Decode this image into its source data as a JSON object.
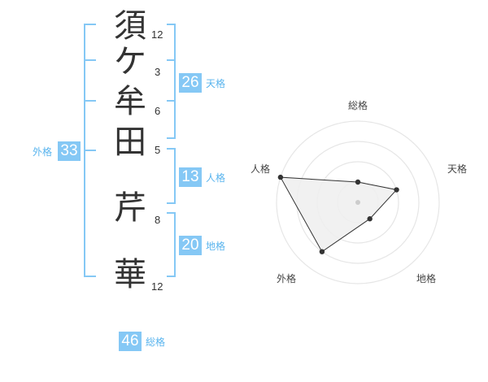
{
  "name": {
    "chars": [
      {
        "char": "須",
        "strokes": "12"
      },
      {
        "char": "ケ",
        "strokes": "3"
      },
      {
        "char": "牟",
        "strokes": "6"
      },
      {
        "char": "田",
        "strokes": "5"
      },
      {
        "char": "芹",
        "strokes": "8"
      },
      {
        "char": "華",
        "strokes": "12"
      }
    ]
  },
  "kakusu": {
    "tenkaku": {
      "value": "26",
      "label": "天格"
    },
    "jinkaku": {
      "value": "13",
      "label": "人格"
    },
    "chikaku": {
      "value": "20",
      "label": "地格"
    },
    "gaikaku": {
      "value": "33",
      "label": "外格"
    },
    "soukaku": {
      "value": "46",
      "label": "総格"
    }
  },
  "chart_data": {
    "type": "radar",
    "axes": [
      "総格",
      "天格",
      "地格",
      "外格",
      "人格"
    ],
    "values": [
      0.25,
      0.5,
      0.25,
      0.75,
      1.0
    ],
    "rings": 4,
    "colors": {
      "fill": "#eeeeee",
      "line": "#333333",
      "grid": "#e6e6e6",
      "accent": "#85c8f5"
    }
  }
}
